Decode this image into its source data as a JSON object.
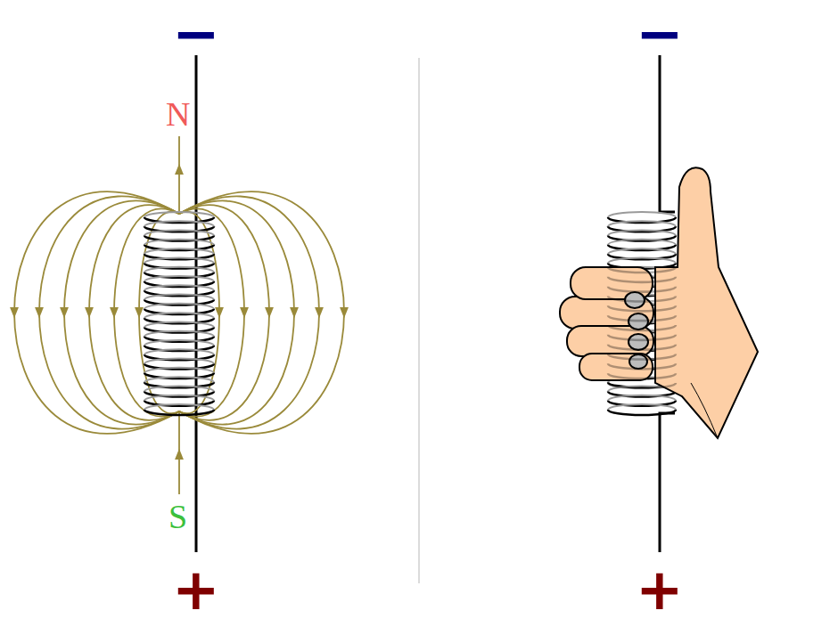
{
  "diagram": {
    "labels": [
      "−",
      "N",
      "S",
      "+",
      "−",
      "+"
    ]
  }
}
